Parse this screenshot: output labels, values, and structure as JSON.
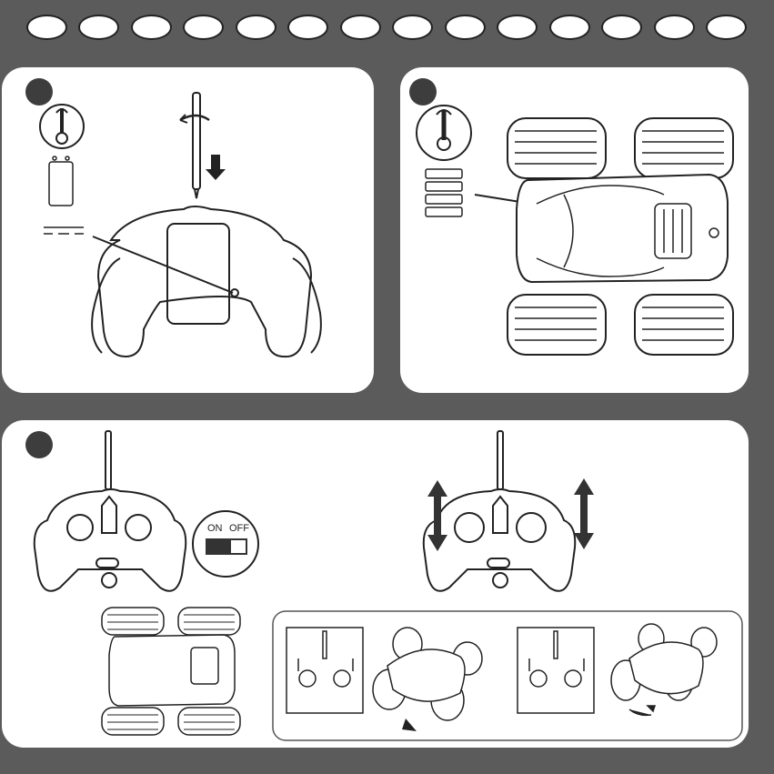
{
  "language_selector": {
    "count": 14
  },
  "panel_3": {
    "switch": {
      "on_label": "ON",
      "off_label": "OFF"
    }
  },
  "colors": {
    "background": "#5b5b5c",
    "panel": "#ffffff",
    "ink": "#222222",
    "badge": "#3d3d3d"
  }
}
